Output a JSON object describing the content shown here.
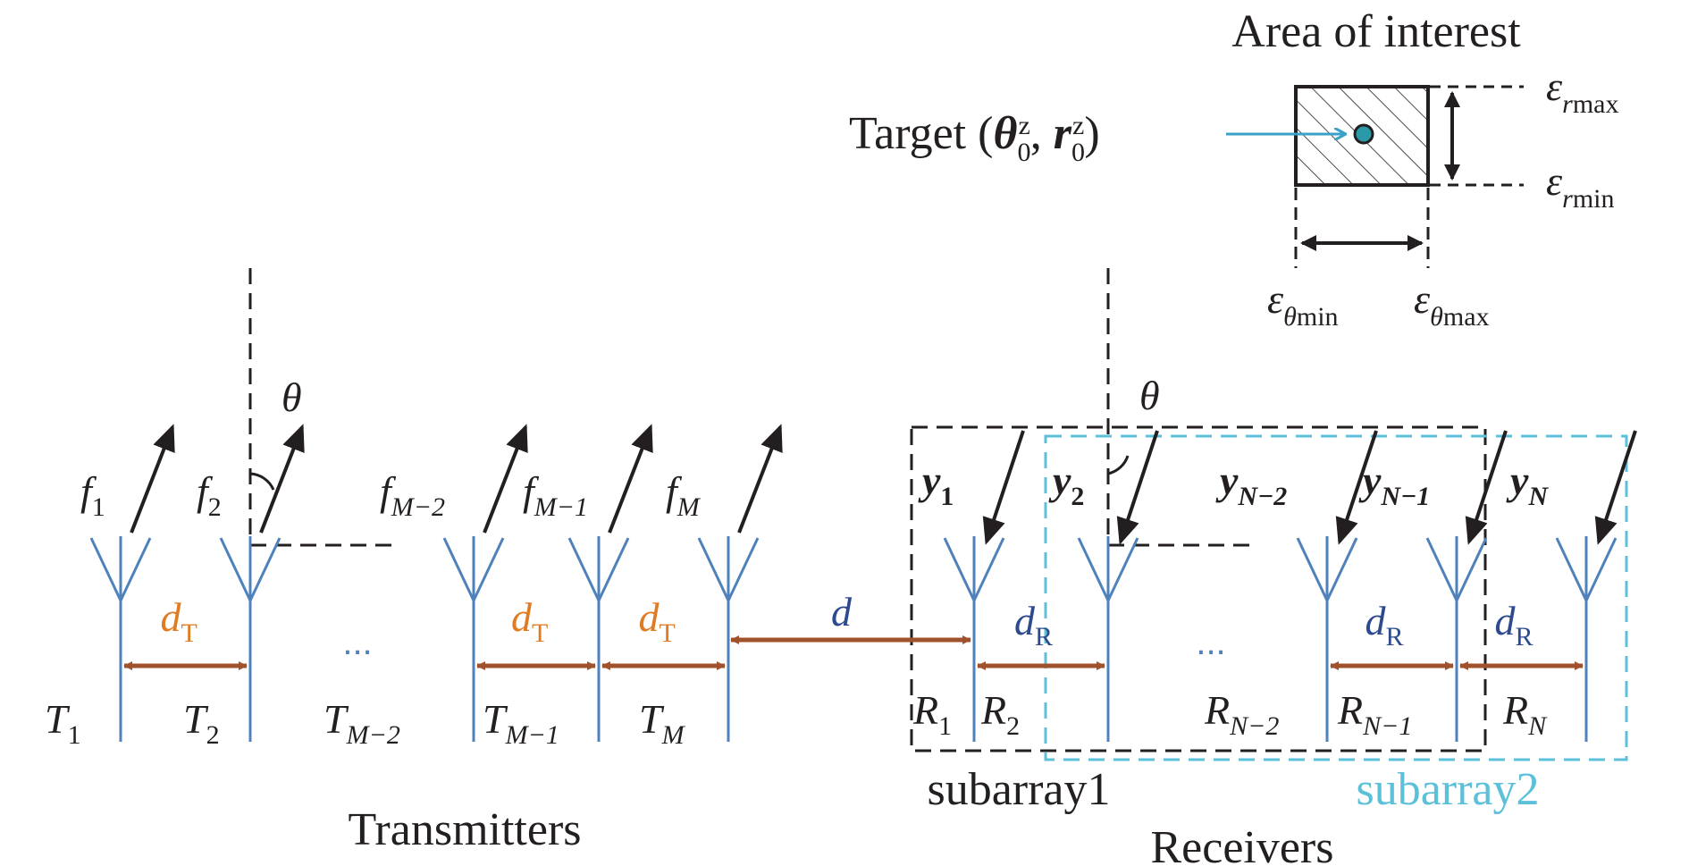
{
  "colors": {
    "antenna": "#4f81bd",
    "spacing_arrow": "#a0522d",
    "dT_text": "#e07b22",
    "dR_text": "#2e4a8f",
    "d_text": "#2e4a8f",
    "subarray2": "#5bc0d8",
    "target_arrow": "#3aa0c8",
    "black": "#231f20"
  },
  "area": {
    "title": "Area of interest",
    "target_label": "Target (θ₀ᶻ, r₀ᶻ)",
    "eps_rmax": "ε_rmax",
    "eps_rmin": "ε_rmin",
    "eps_thmin": "ε_θmin",
    "eps_thmax": "ε_θmax"
  },
  "angles": {
    "theta_tx": "θ",
    "theta_rx": "θ"
  },
  "transmitters": {
    "caption": "Transmitters",
    "ellipsis": "...",
    "antennas": [
      {
        "f": "f",
        "f_sub": "1",
        "T": "T",
        "T_sub": "1"
      },
      {
        "f": "f",
        "f_sub": "2",
        "T": "T",
        "T_sub": "2"
      },
      {
        "f": "f",
        "f_sub": "M−2",
        "T": "T",
        "T_sub": "M−2"
      },
      {
        "f": "f",
        "f_sub": "M−1",
        "T": "T",
        "T_sub": "M−1"
      },
      {
        "f": "f",
        "f_sub": "M",
        "T": "T",
        "T_sub": "M"
      }
    ],
    "spacing": "d",
    "spacing_sub": "T"
  },
  "gap": {
    "d": "d"
  },
  "receivers": {
    "caption": "Receivers",
    "ellipsis": "...",
    "antennas": [
      {
        "y": "y",
        "y_sub": "1",
        "R": "R",
        "R_sub": "1"
      },
      {
        "y": "y",
        "y_sub": "2",
        "R": "R",
        "R_sub": "2"
      },
      {
        "y": "y",
        "y_sub": "N−2",
        "R": "R",
        "R_sub": "N−2"
      },
      {
        "y": "y",
        "y_sub": "N−1",
        "R": "R",
        "R_sub": "N−1"
      },
      {
        "y": "y",
        "y_sub": "N",
        "R": "R",
        "R_sub": "N"
      }
    ],
    "spacing": "d",
    "spacing_sub": "R"
  },
  "subarrays": {
    "sub1": "subarray1",
    "sub2": "subarray2"
  }
}
